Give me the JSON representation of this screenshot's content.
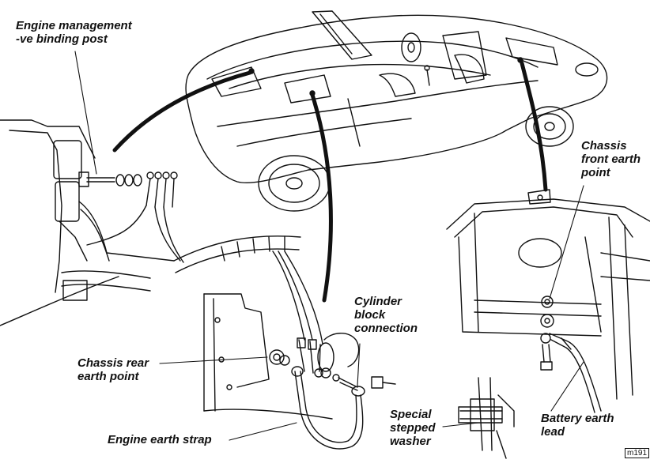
{
  "labels": {
    "engine_management": "Engine management\n-ve binding post",
    "chassis_front": "Chassis\nfront earth\npoint",
    "cylinder_block": "Cylinder\nblock\nconnection",
    "chassis_rear": "Chassis rear\nearth point",
    "special_washer": "Special\nstepped\nwasher",
    "battery_earth": "Battery earth\nlead",
    "engine_strap": "Engine earth strap"
  },
  "figure_ref": "m191",
  "colors": {
    "ink": "#111111",
    "paper": "#ffffff"
  }
}
